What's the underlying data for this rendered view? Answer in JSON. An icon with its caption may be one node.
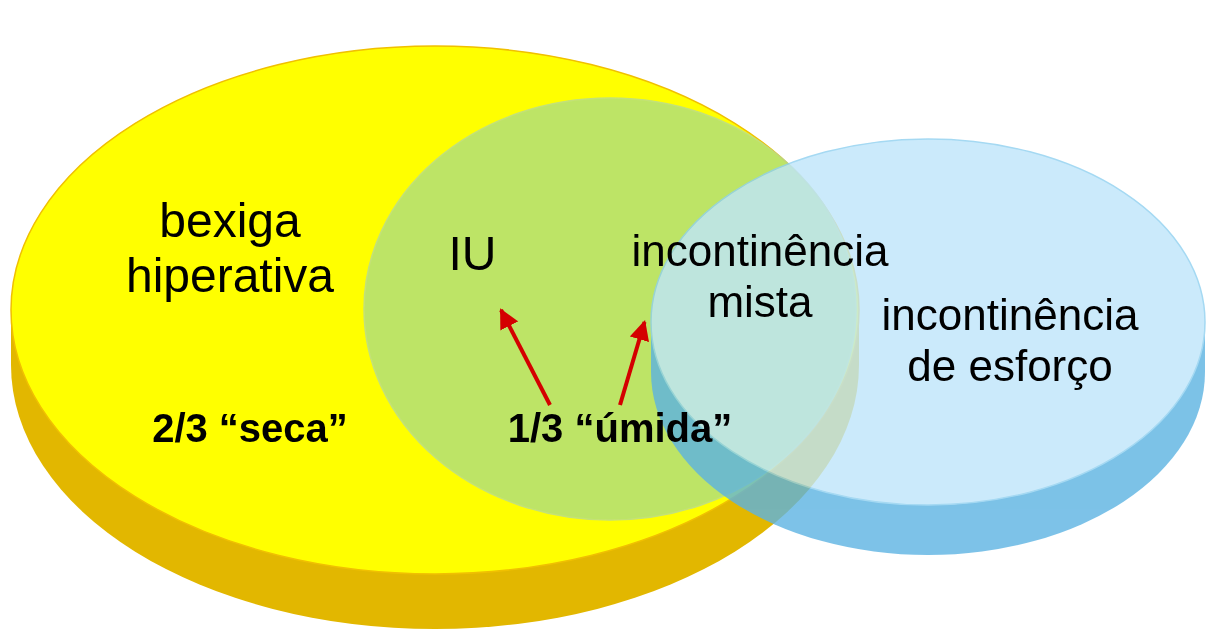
{
  "diagram": {
    "nodes": [
      {
        "text": [
          "bexiga hiperativa"
        ]
      },
      {
        "text": [],
        "shape": "circle",
        "in": 0
      },
      {
        "text": [
          "incontinência de esforço"
        ]
      },
      {
        "text": [
          "IU"
        ],
        "in": 1
      },
      {
        "text": [
          "incontinência mista"
        ]
      },
      {
        "text": [
          "1/3 “úmida”"
        ],
        "in": 1
      }
    ],
    "edges": [
      {
        "from": 5,
        "to": 3,
        "arrow": "to"
      },
      {
        "from": 5,
        "to": 4,
        "arrow": "to"
      }
    ],
    "labels": [
      "2/3 “seca”"
    ]
  }
}
